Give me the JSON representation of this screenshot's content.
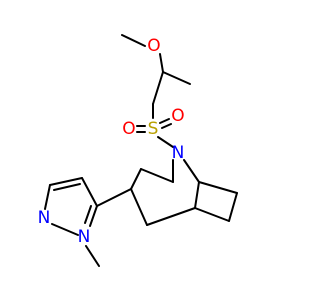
{
  "molecule": {
    "atoms": {
      "methoxy_o": {
        "text": "O",
        "color": "#ff0000"
      },
      "sulfonyl_s": {
        "text": "S",
        "color": "#b8a000"
      },
      "sulfonyl_o_left": {
        "text": "O",
        "color": "#ff0000"
      },
      "sulfonyl_o_right": {
        "text": "O",
        "color": "#ff0000"
      },
      "bridge_n": {
        "text": "N",
        "color": "#0000ff"
      },
      "pyrazole_n1": {
        "text": "N",
        "color": "#0000ff"
      },
      "pyrazole_n2": {
        "text": "N",
        "color": "#0000ff"
      }
    }
  }
}
